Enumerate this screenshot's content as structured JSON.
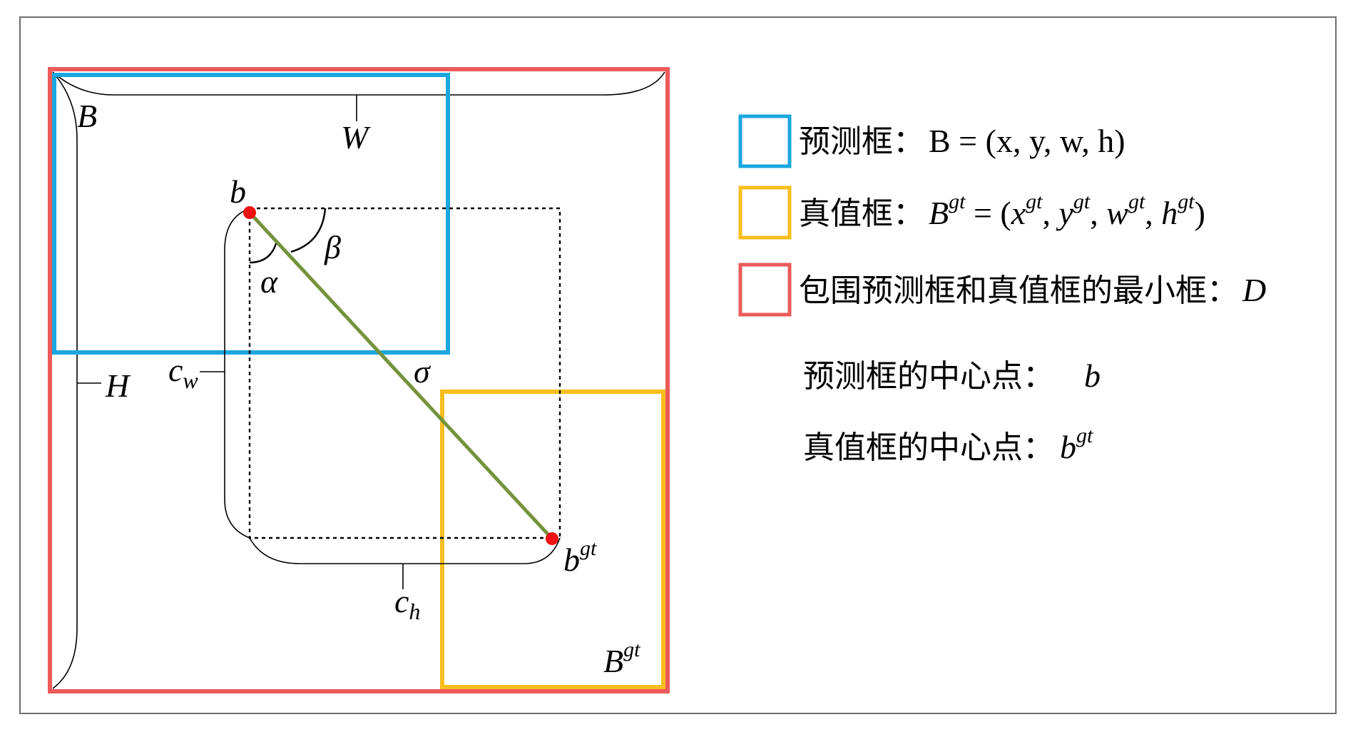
{
  "colors": {
    "predicted_box": "#1aa7dd",
    "ground_truth_box": "#f8be1c",
    "enclosing_box": "#ec5a5a",
    "center_line": "#75923c",
    "center_point": "#ee1111"
  },
  "labels": {
    "B": "B",
    "W": "W",
    "H": "H",
    "b": "b",
    "alpha": "α",
    "beta": "β",
    "sigma": "σ",
    "c_base": "c",
    "w_sub": "w",
    "h_sub": "h",
    "bgt_base": "b",
    "gt_sup": "gt",
    "Bgt_base": "B"
  },
  "legend": {
    "pred": {
      "cn": "预测框：",
      "formula": "B = (x, y, w, h)"
    },
    "gt": {
      "cn": "真值框：",
      "B": "B",
      "sup": "gt",
      "eq": " = (",
      "x": "x",
      "y": "y",
      "w": "w",
      "h": "h",
      "sep": ", ",
      "close": ")"
    },
    "enclose": {
      "cn": "包围预测框和真值框的最小框：",
      "D": "D"
    },
    "pred_center": {
      "cn": "预测框的中心点：",
      "b": "b"
    },
    "gt_center": {
      "cn": "真值框的中心点：",
      "b": "b",
      "sup": "gt"
    }
  }
}
